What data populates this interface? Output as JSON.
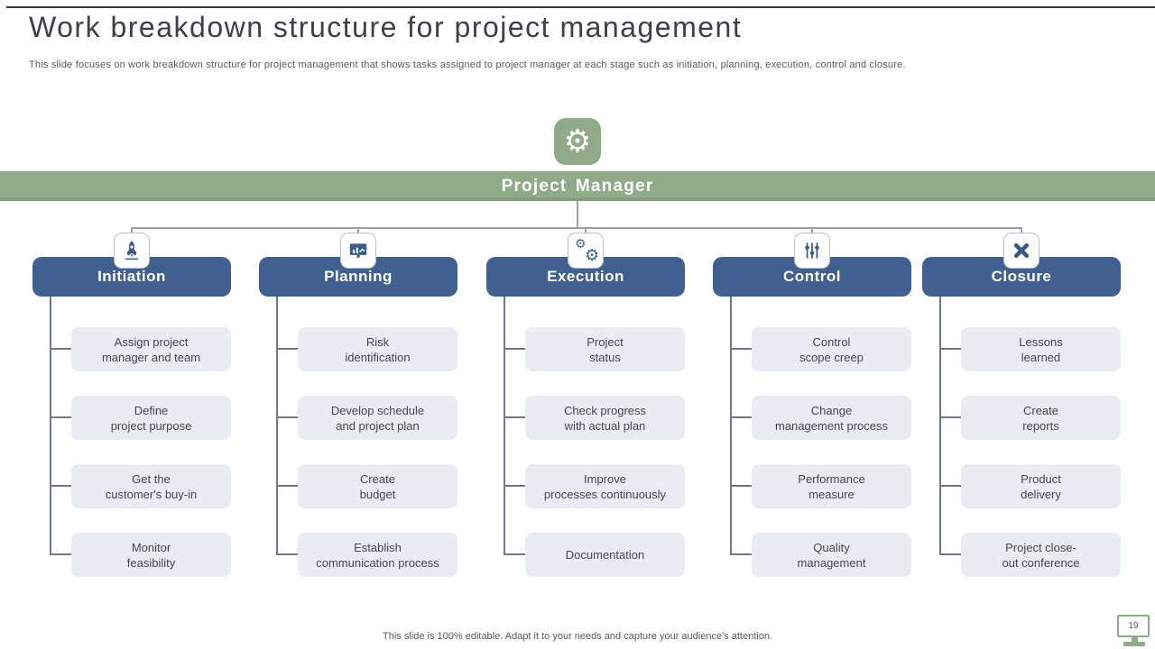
{
  "header": {
    "title": "Work breakdown structure for project management",
    "subtitle": "This slide focuses on work breakdown structure for project management that shows tasks assigned to project manager at each stage such as initiation, planning, execution, control and closure."
  },
  "root_node": {
    "label": "Project Manager",
    "icon": "gear-icon",
    "gear_glyph": "⚙"
  },
  "columns": [
    {
      "label": "Initiation",
      "icon": "rocket-icon",
      "tasks": [
        "Assign project\nmanager and team",
        "Define\nproject purpose",
        "Get the\ncustomer's buy-in",
        "Monitor\nfeasibility"
      ]
    },
    {
      "label": "Planning",
      "icon": "presentation-chart-icon",
      "tasks": [
        "Risk\nidentification",
        "Develop schedule\nand project plan",
        "Create\nbudget",
        "Establish\ncommunication process"
      ]
    },
    {
      "label": "Execution",
      "icon": "process-gears-icon",
      "gear_glyph": "⚙",
      "tasks": [
        "Project\nstatus",
        "Check progress\nwith actual plan",
        "Improve\nprocesses continuously",
        "Documentation"
      ]
    },
    {
      "label": "Control",
      "icon": "sliders-icon",
      "tasks": [
        "Control\nscope creep",
        "Change\nmanagement process",
        "Performance\nmeasure",
        "Quality\nmanagement"
      ]
    },
    {
      "label": "Closure",
      "icon": "cross-icon",
      "tasks": [
        "Lessons\nlearned",
        "Create\nreports",
        "Product\ndelivery",
        "Project close-\nout conference"
      ]
    }
  ],
  "footer": {
    "note": "This slide is 100% editable. Adapt it to your needs and capture your audience's attention.",
    "page_number": "19"
  },
  "colors": {
    "green": "#8fab88",
    "blue": "#40608f",
    "task-bg": "#e9edf3",
    "line": "#6e7b87",
    "line-light": "#9aa59b",
    "title-text": "#3d4045",
    "body-text": "#595959"
  }
}
